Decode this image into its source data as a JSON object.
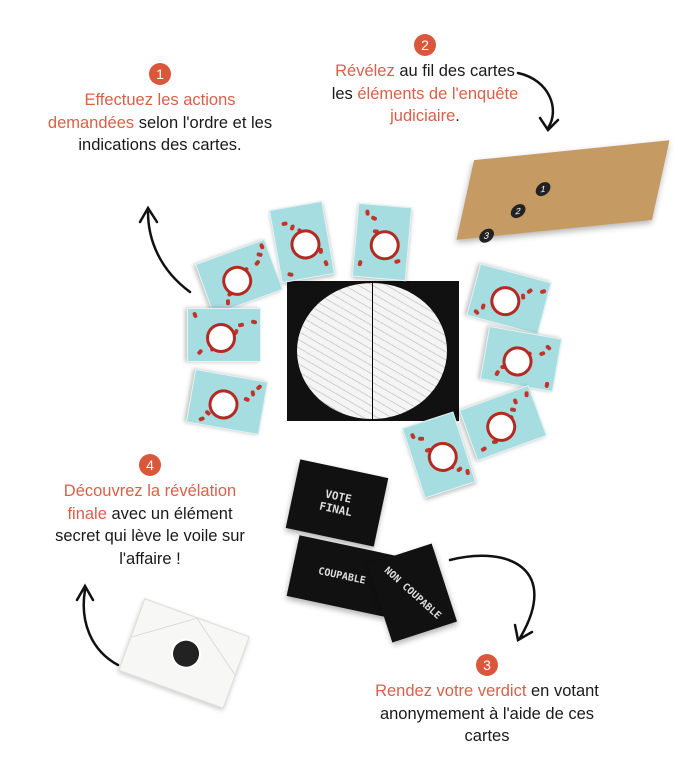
{
  "steps": [
    {
      "number": "1",
      "highlight": "Effectuez les actions demandées",
      "text": " selon l'ordre et les indications des cartes."
    },
    {
      "number": "2",
      "highlight1": "Révélez",
      "text1": " au fil des cartes les ",
      "highlight2": "éléments de l'enquête judiciaire",
      "text2": "."
    },
    {
      "number": "3",
      "highlight": "Rendez votre verdict",
      "text": " en votant anonymement à l'aide de ces cartes"
    },
    {
      "number": "4",
      "highlight": "Découvrez la révélation finale",
      "text": " avec un élément secret qui lève le voile sur l'affaire !"
    }
  ],
  "props": {
    "vote_box": "VOTE FINAL",
    "card_guilty": "COUPABLE",
    "card_not_guilty": "NON COUPABLE",
    "envelope_numbers": [
      "1",
      "2",
      "3"
    ]
  },
  "colors": {
    "accent": "#d9573b",
    "card": "#a6dde0",
    "cardboard": "#c59a63"
  }
}
